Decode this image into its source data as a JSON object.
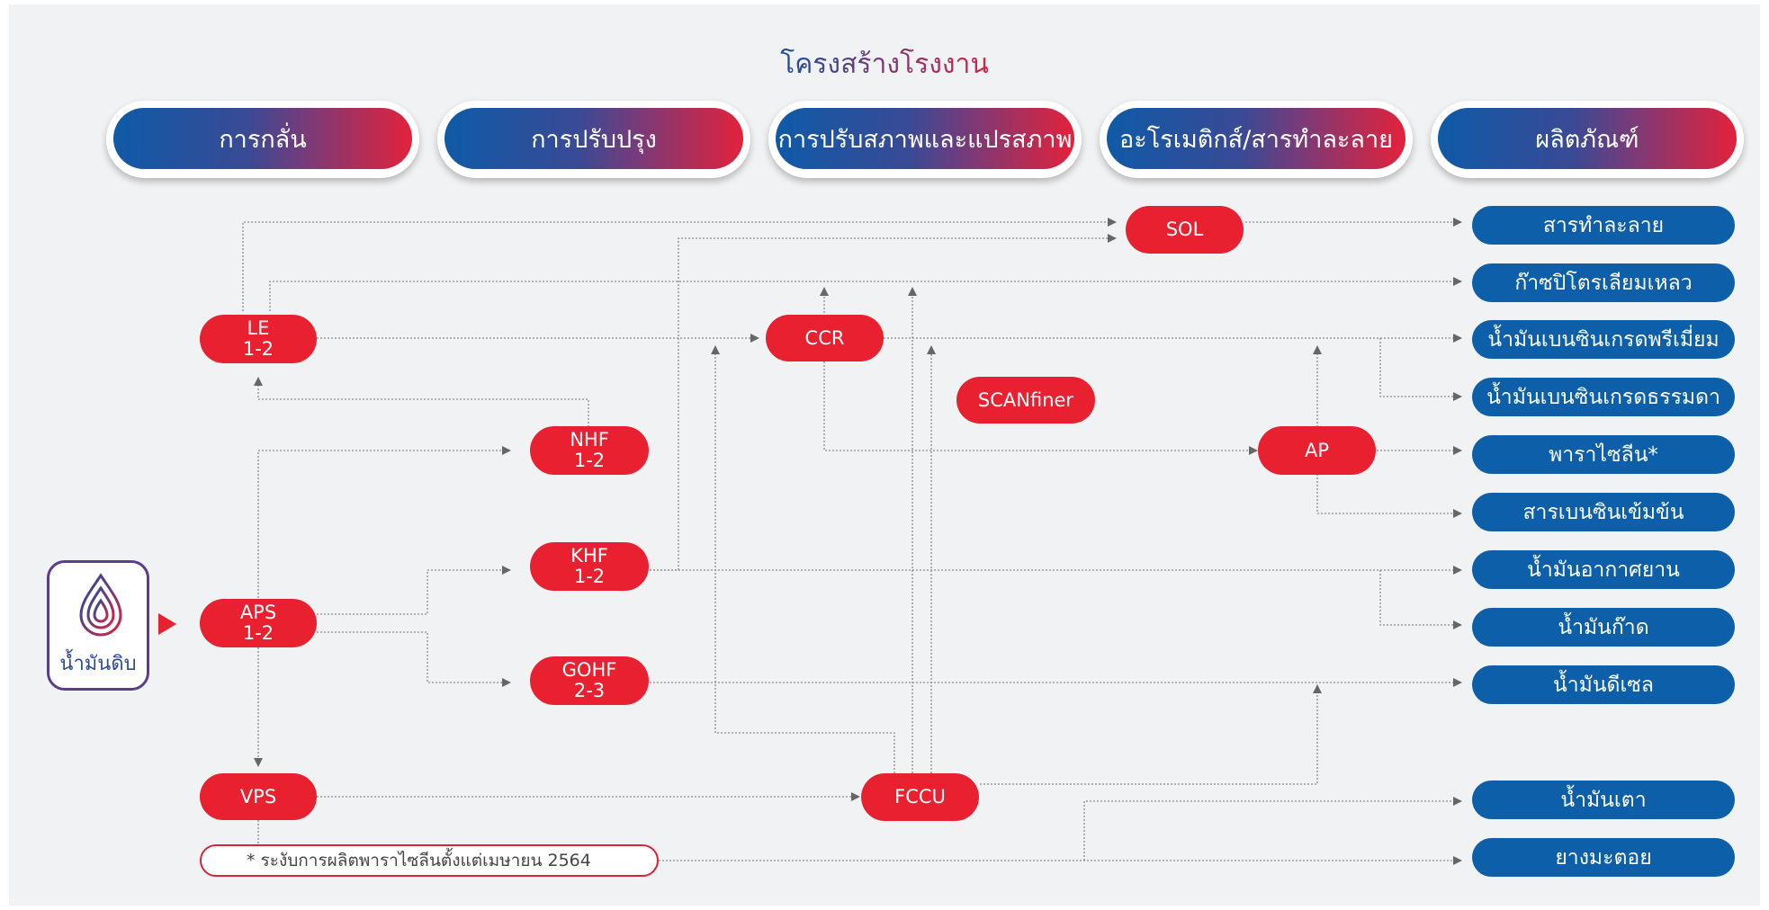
{
  "title": "โครงสร้างโรงงาน",
  "headers": [
    "การกลั่น",
    "การปรับปรุง",
    "การปรับสภาพและแปรสภาพ",
    "อะโรเมติกส์/สารทำละลาย",
    "ผลิตภัณฑ์"
  ],
  "crude": {
    "label": "น้ำมันดิบ"
  },
  "nodes": {
    "le": "LE\n1-2",
    "aps": "APS\n1-2",
    "vps": "VPS",
    "nhf": "NHF\n1-2",
    "khf": "KHF\n1-2",
    "gohf": "GOHF\n2-3",
    "ccr": "CCR",
    "scanfiner": "SCANfiner",
    "fccu": "FCCU",
    "sol": "SOL",
    "ap": "AP"
  },
  "products": [
    "สารทำละลาย",
    "ก๊าซปิโตรเลียมเหลว",
    "น้ำมันเบนซินเกรดพรีเมี่ยม",
    "น้ำมันเบนซินเกรดธรรมดา",
    "พาราไซลีน*",
    "สารเบนซินเข้มข้น",
    "น้ำมันอากาศยาน",
    "น้ำมันก๊าด",
    "น้ำมันดีเซล",
    "น้ำมันเตา",
    "ยางมะตอย"
  ],
  "note": "* ระงับการผลิตพาราไซลีนตั้งแต่เมษายน 2564",
  "colors": {
    "node": "#e8202f",
    "product": "#0c5fa8",
    "line": "#777777"
  }
}
